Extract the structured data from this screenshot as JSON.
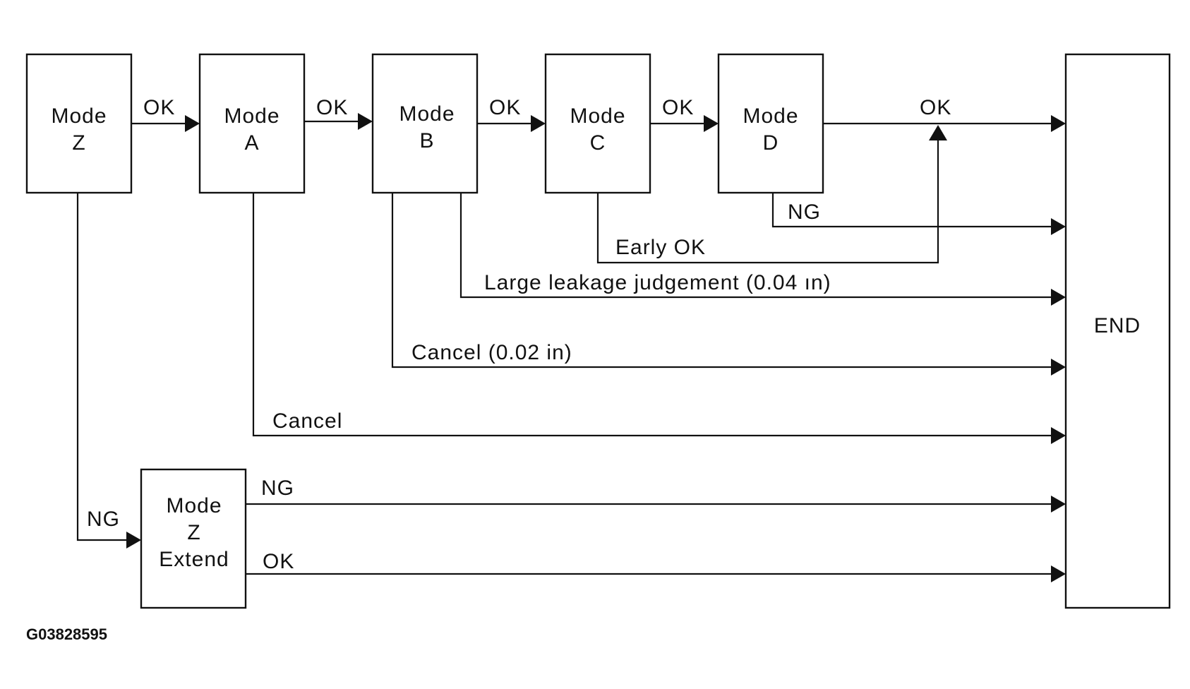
{
  "boxes": {
    "mode_z": {
      "line1": "Mode",
      "line2": "Z"
    },
    "mode_a": {
      "line1": "Mode",
      "line2": "A"
    },
    "mode_b": {
      "line1": "Mode",
      "line2": "B"
    },
    "mode_c": {
      "line1": "Mode",
      "line2": "C"
    },
    "mode_d": {
      "line1": "Mode",
      "line2": "D"
    },
    "mode_z_extend": {
      "line1": "Mode",
      "line2": "Z",
      "line3": "Extend"
    },
    "end": {
      "label": "END"
    }
  },
  "edges": {
    "z_to_a": "OK",
    "a_to_b": "OK",
    "b_to_c": "OK",
    "c_to_d": "OK",
    "d_to_end": "OK",
    "d_ng": "NG",
    "c_early_ok": "Early OK",
    "b_large_leak": "Large leakage judgement (0.04 ın)",
    "b_cancel": "Cancel (0.02 in)",
    "a_cancel": "Cancel",
    "z_ng": "NG",
    "zext_ng": "NG",
    "zext_ok": "OK"
  },
  "figure_id": "G03828595"
}
